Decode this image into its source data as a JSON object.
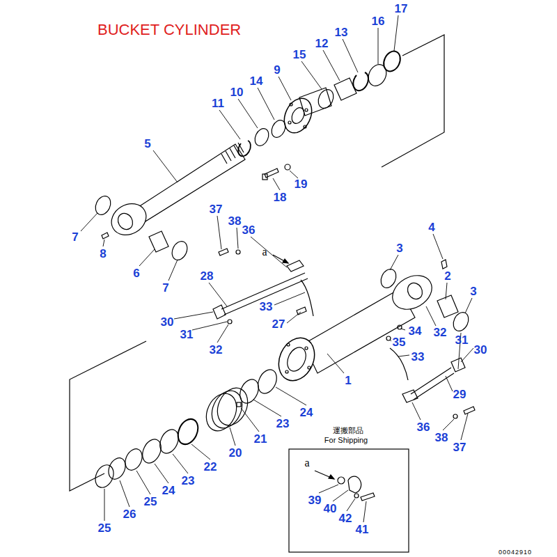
{
  "diagram": {
    "title": "BUCKET CYLINDER",
    "labels": [
      "17",
      "16",
      "13",
      "12",
      "15",
      "9",
      "14",
      "10",
      "11",
      "5",
      "19",
      "18",
      "37",
      "38",
      "4",
      "36",
      "7",
      "3",
      "a",
      "8",
      "6",
      "28",
      "2",
      "7",
      "3",
      "33",
      "30",
      "27",
      "34",
      "32",
      "31",
      "31",
      "35",
      "32",
      "30",
      "33",
      "1",
      "29",
      "24",
      "23",
      "36",
      "運搬部品",
      "38",
      "21",
      "For Shipping",
      "37",
      "20",
      "a",
      "22",
      "23",
      "24",
      "39",
      "25",
      "40",
      "26",
      "42",
      "25",
      "41",
      "00042910"
    ]
  }
}
